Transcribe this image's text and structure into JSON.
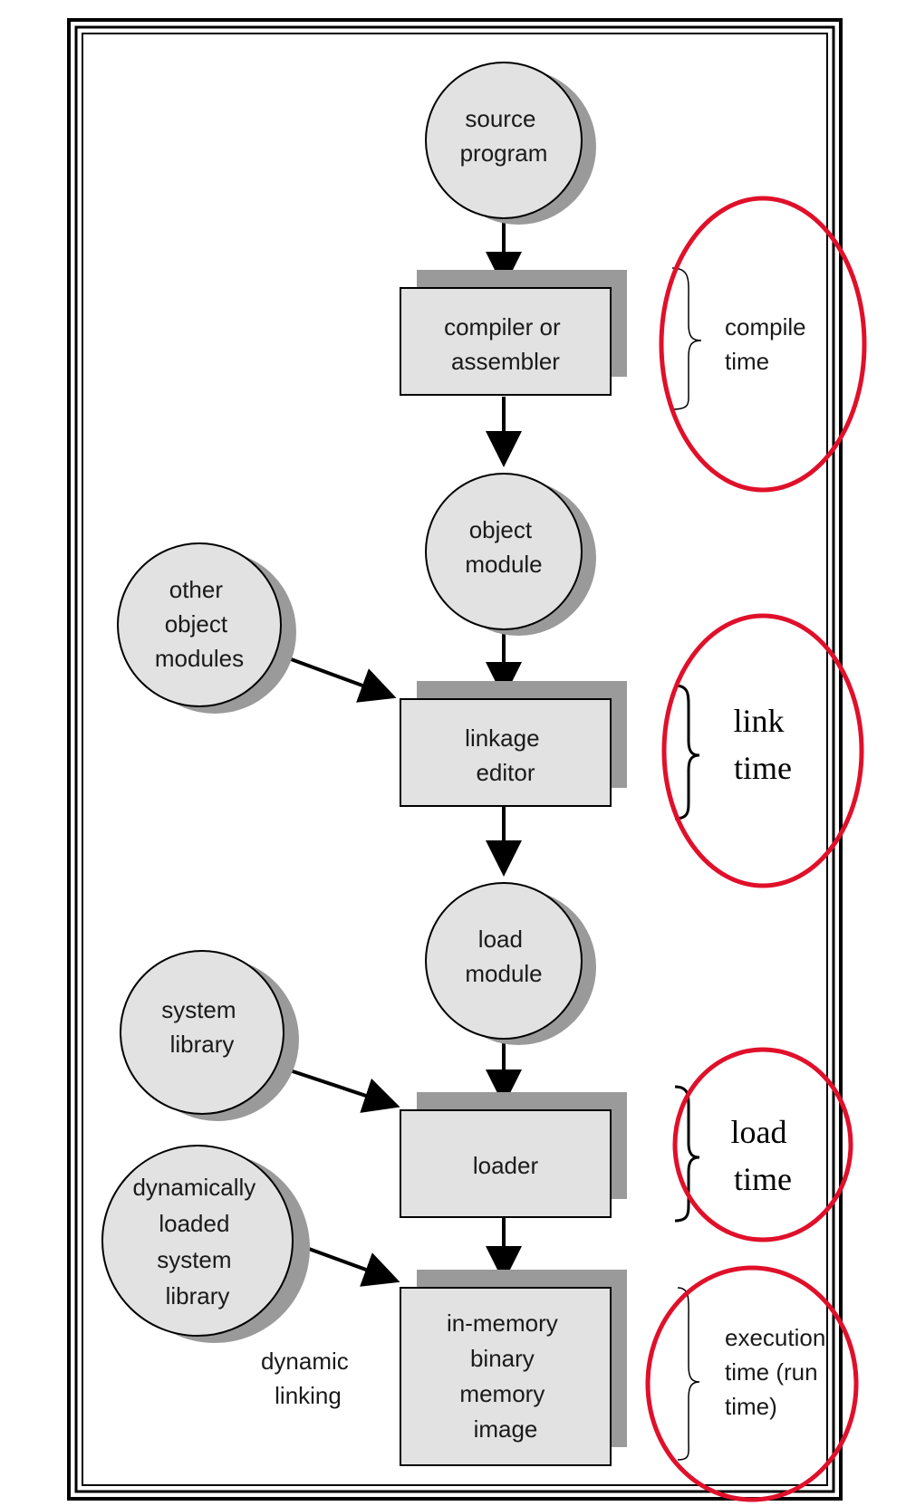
{
  "nodes": {
    "source_program": [
      "source",
      "program"
    ],
    "compiler": [
      "compiler or",
      "assembler"
    ],
    "object_module": [
      "object",
      "module"
    ],
    "other_object_modules": [
      "other",
      "object",
      "modules"
    ],
    "linkage_editor": [
      "linkage",
      "editor"
    ],
    "load_module": [
      "load",
      "module"
    ],
    "system_library": [
      "system",
      "library"
    ],
    "loader": [
      "loader"
    ],
    "dynamic_library": [
      "dynamically",
      "loaded",
      "system",
      "library"
    ],
    "memory_image": [
      "in-memory",
      "binary",
      "memory",
      "image"
    ]
  },
  "edge_labels": {
    "dynamic_linking": [
      "dynamic",
      "linking"
    ]
  },
  "phases": {
    "compile_time": [
      "compile",
      "time"
    ],
    "link_time": [
      "link",
      "time"
    ],
    "load_time": [
      "load",
      "time"
    ],
    "execution_time": [
      "execution",
      "time  (run",
      "time)"
    ]
  },
  "colors": {
    "highlight_circle": "#e0102a",
    "node_fill": "#e2e2e2",
    "node_shadow": "#9a9a9a",
    "frame": "#000000"
  }
}
